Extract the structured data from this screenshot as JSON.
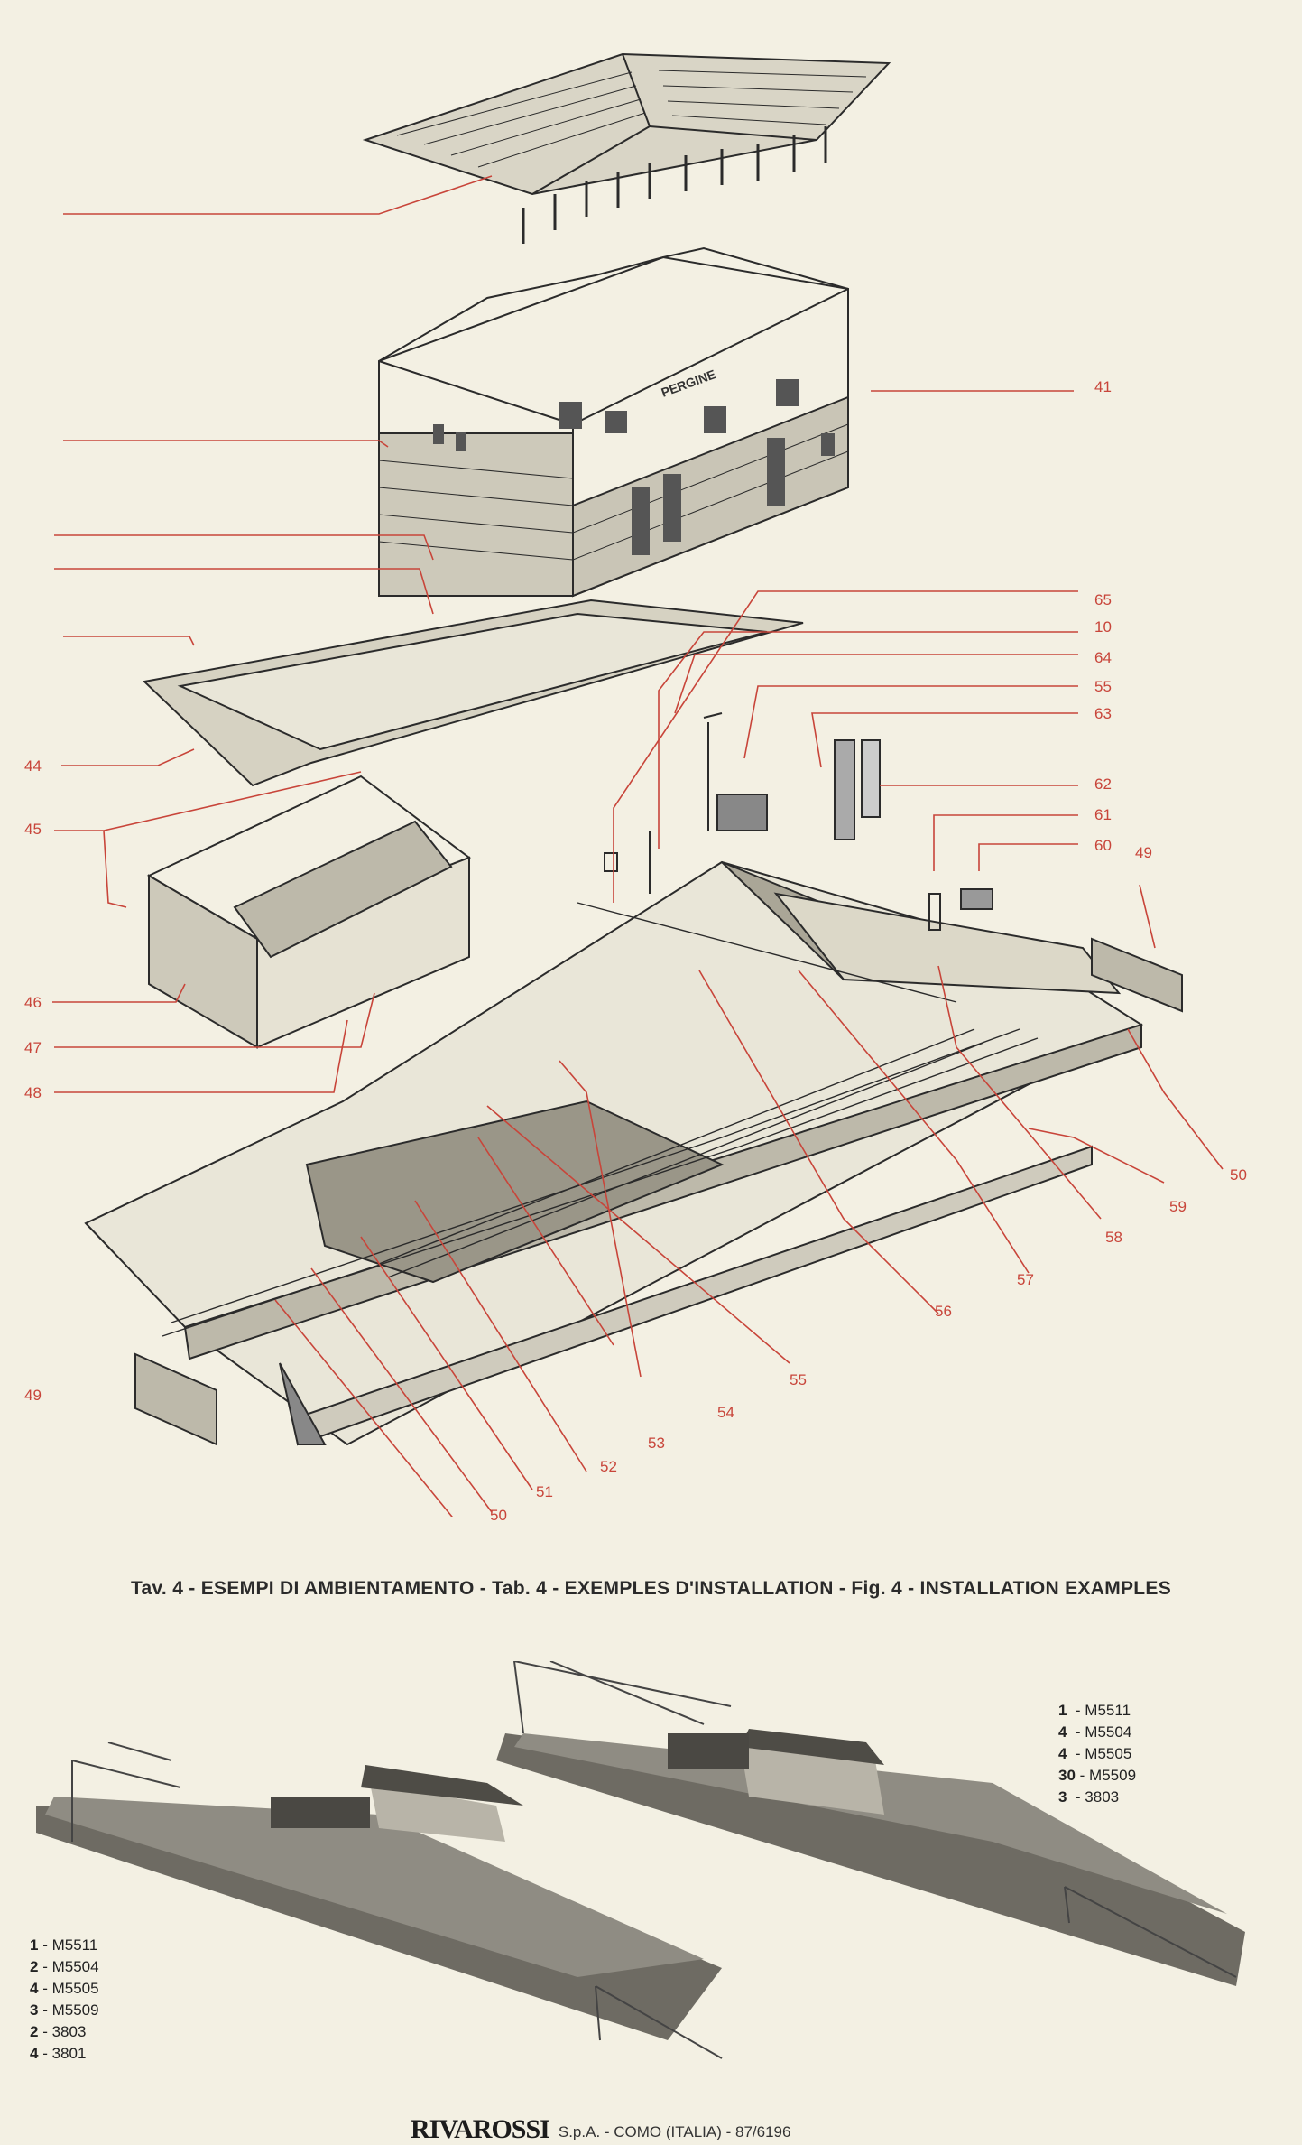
{
  "callouts_right": [
    "41",
    "65",
    "10",
    "64",
    "55",
    "63",
    "62",
    "61",
    "60",
    "49",
    "50",
    "59",
    "58",
    "57",
    "56",
    "55",
    "54",
    "53",
    "52",
    "51",
    "50"
  ],
  "callouts_left": [
    "44",
    "45",
    "46",
    "47",
    "48",
    "49"
  ],
  "caption": "Tav. 4 - ESEMPI DI AMBIENTAMENTO - Tab. 4 - EXEMPLES D'INSTALLATION - Fig. 4 - INSTALLATION EXAMPLES",
  "parts_left": [
    {
      "qty": "1",
      "code": "- M5511"
    },
    {
      "qty": "2",
      "code": "- M5504"
    },
    {
      "qty": "4",
      "code": "- M5505"
    },
    {
      "qty": "3",
      "code": "- M5509"
    },
    {
      "qty": "2",
      "code": "- 3803"
    },
    {
      "qty": "4",
      "code": "- 3801"
    }
  ],
  "parts_right": [
    {
      "qty": "1",
      "code": "- M5511"
    },
    {
      "qty": "4",
      "code": "- M5504"
    },
    {
      "qty": "4",
      "code": "- M5505"
    },
    {
      "qty": "30",
      "code": "- M5509"
    },
    {
      "qty": "3",
      "code": "- 3803"
    }
  ],
  "station_sign": "PERGINE",
  "footer": {
    "brand": "RIVAROSSI",
    "text": "S.p.A. - COMO (ITALIA) - 87/6196"
  },
  "colors": {
    "paper": "#f3f0e3",
    "callout": "#c8453a",
    "ink": "#2a2a2a"
  }
}
